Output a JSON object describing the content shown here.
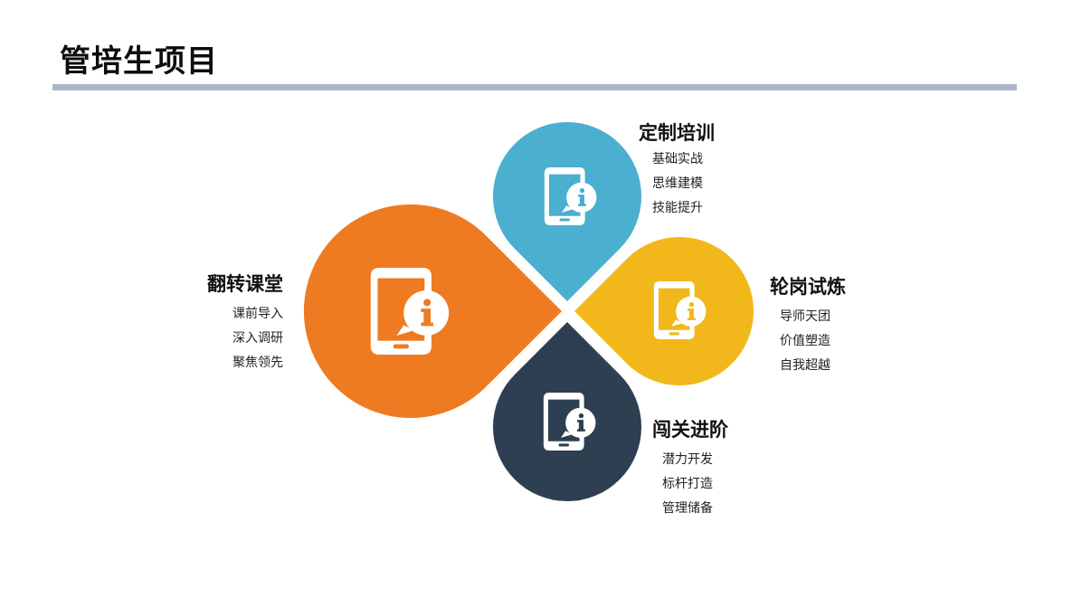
{
  "header": {
    "title": "管培生项目"
  },
  "colors": {
    "orange": "#ee7b22",
    "blue": "#4bafd0",
    "yellow": "#f2b81b",
    "navy": "#2d3f51",
    "rule": "#aab5c8",
    "icon": "#ffffff"
  },
  "petals": [
    {
      "id": "left",
      "color_name": "orange",
      "icon": "mobile-info-icon",
      "title": "翻转课堂",
      "items": [
        "课前导入",
        "深入调研",
        "聚焦领先"
      ]
    },
    {
      "id": "top",
      "color_name": "blue",
      "icon": "mobile-info-icon",
      "title": "定制培训",
      "items": [
        "基础实战",
        "思维建模",
        "技能提升"
      ]
    },
    {
      "id": "right",
      "color_name": "yellow",
      "icon": "mobile-info-icon",
      "title": "轮岗试炼",
      "items": [
        "导师天团",
        "价值塑造",
        "自我超越"
      ]
    },
    {
      "id": "bottom",
      "color_name": "navy",
      "icon": "mobile-info-icon",
      "title": "闯关进阶",
      "items": [
        "潜力开发",
        "标杆打造",
        "管理储备"
      ]
    }
  ]
}
